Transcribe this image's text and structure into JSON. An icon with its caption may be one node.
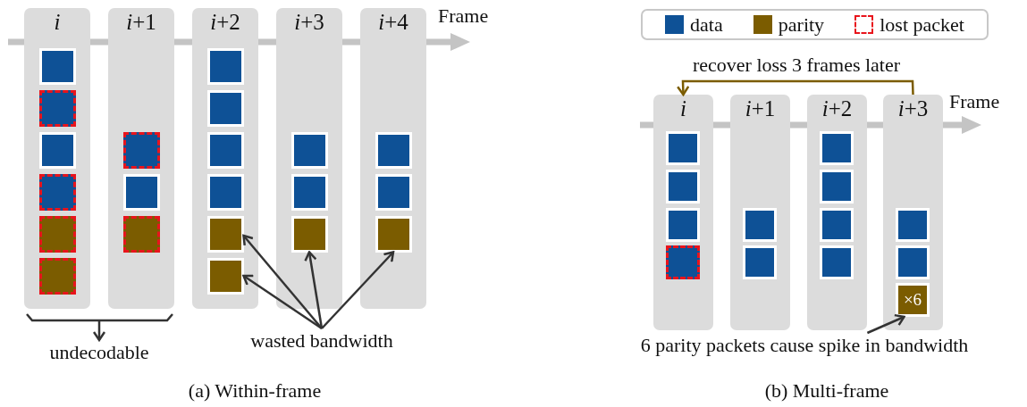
{
  "diagram": {
    "nodes": [
      {
        "text": [
          "*i*"
        ]
      },
      {
        "text": [],
        "shape": "box",
        "in": 0
      },
      {
        "text": [],
        "shape": "box",
        "in": 0
      },
      {
        "text": [],
        "shape": "box",
        "in": 0
      },
      {
        "text": [],
        "shape": "box",
        "in": 0
      },
      {
        "text": [],
        "shape": "box",
        "in": 0
      },
      {
        "text": [],
        "shape": "box",
        "in": 0
      },
      {
        "text": [
          "*i*+1"
        ]
      },
      {
        "text": [],
        "shape": "box",
        "in": 7
      },
      {
        "text": [],
        "shape": "box",
        "in": 7
      },
      {
        "text": [],
        "shape": "box",
        "in": 7
      },
      {
        "text": [
          "*i*+2"
        ]
      },
      {
        "text": [],
        "shape": "box",
        "in": 11
      },
      {
        "text": [],
        "shape": "box",
        "in": 11
      },
      {
        "text": [],
        "shape": "box",
        "in": 11
      },
      {
        "text": [],
        "shape": "box",
        "in": 11
      },
      {
        "text": [],
        "shape": "box",
        "in": 11
      },
      {
        "text": [],
        "shape": "box",
        "in": 11
      },
      {
        "text": [
          "*i*+3"
        ]
      },
      {
        "text": [],
        "shape": "box",
        "in": 18
      },
      {
        "text": [],
        "shape": "box",
        "in": 18
      },
      {
        "text": [],
        "shape": "box",
        "in": 18
      },
      {
        "text": [
          "*i*+4"
        ]
      },
      {
        "text": [],
        "shape": "box",
        "in": 22
      },
      {
        "text": [],
        "shape": "box",
        "in": 22
      },
      {
        "text": [],
        "shape": "box",
        "in": 22
      },
      {
        "text": [
          "undecodable"
        ]
      },
      {
        "text": [
          "wasted bandwidth"
        ]
      },
      {
        "text": [
          "*i*"
        ]
      },
      {
        "text": [],
        "shape": "box",
        "in": 28
      },
      {
        "text": [],
        "shape": "box",
        "in": 28
      },
      {
        "text": [],
        "shape": "box",
        "in": 28
      },
      {
        "text": [],
        "shape": "box",
        "in": 28
      },
      {
        "text": [
          "*i*+1"
        ]
      },
      {
        "text": [],
        "shape": "box",
        "in": 33
      },
      {
        "text": [],
        "shape": "box",
        "in": 33
      },
      {
        "text": [
          "*i*+2"
        ]
      },
      {
        "text": [],
        "shape": "box",
        "in": 36
      },
      {
        "text": [],
        "shape": "box",
        "in": 36
      },
      {
        "text": [],
        "shape": "box",
        "in": 36
      },
      {
        "text": [],
        "shape": "box",
        "in": 36
      },
      {
        "text": [
          "*i*+3"
        ]
      },
      {
        "text": [],
        "shape": "box",
        "in": 41
      },
      {
        "text": [],
        "shape": "box",
        "in": 41
      },
      {
        "text": [
          "×6"
        ],
        "in": 41
      },
      {
        "text": [
          "6 parity packets cause spike in bandwidth"
        ]
      }
    ],
    "edges": [
      {
        "from": null,
        "to": 26,
        "arrow": "to"
      },
      {
        "from": 27,
        "to": 16,
        "arrow": "to"
      },
      {
        "from": 27,
        "to": 17,
        "arrow": "to"
      },
      {
        "from": 27,
        "to": 21,
        "arrow": "to"
      },
      {
        "from": 27,
        "to": 25,
        "arrow": "to"
      },
      {
        "from": 41,
        "to": 28,
        "arrow": "to",
        "label": "recover loss 3 frames later",
        "color": "#7b5c00"
      },
      {
        "from": 45,
        "to": 44,
        "arrow": "to"
      }
    ],
    "labels": [
      "Frame",
      "(a) Within-frame",
      "Frame",
      "(b) Multi-frame"
    ],
    "legend": [
      {
        "text": "data",
        "color": "#0e5196"
      },
      {
        "text": "parity",
        "color": "#7b5c00"
      },
      {
        "text": "lost packet"
      }
    ]
  }
}
